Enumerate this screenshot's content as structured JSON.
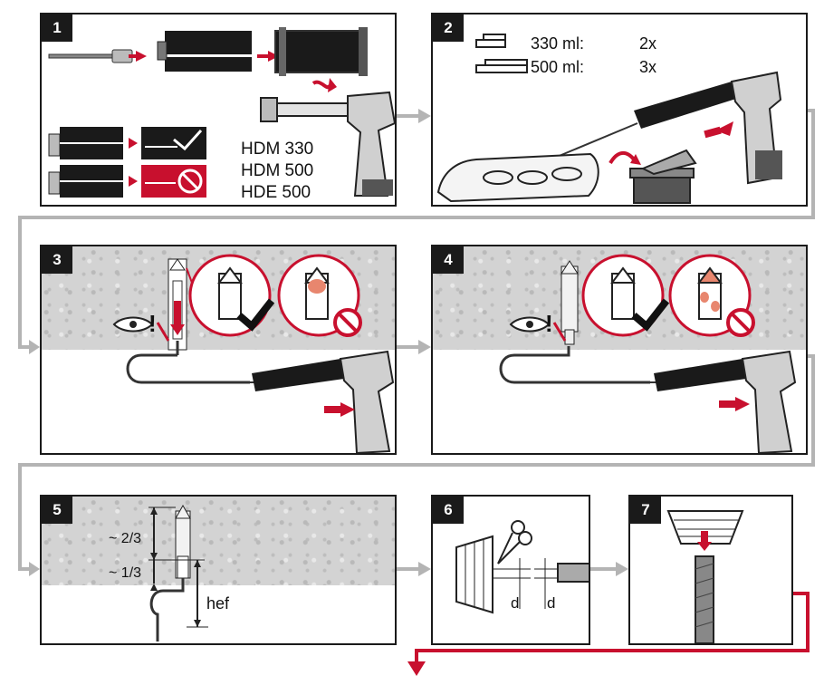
{
  "steps": {
    "s1": {
      "number": "1",
      "products": [
        "HDM 330",
        "HDM 500",
        "HDE 500"
      ]
    },
    "s2": {
      "number": "2",
      "rows": [
        {
          "volume": "330 ml:",
          "count": "2x"
        },
        {
          "volume": "500 ml:",
          "count": "3x"
        }
      ]
    },
    "s3": {
      "number": "3",
      "warning": "!"
    },
    "s4": {
      "number": "4",
      "warning": "!"
    },
    "s5": {
      "number": "5",
      "two_thirds": "~ 2/3",
      "one_third": "~ 1/3",
      "hef": "hef"
    },
    "s6": {
      "number": "6",
      "d1": "d",
      "d2": "d"
    },
    "s7": {
      "number": "7"
    }
  },
  "colors": {
    "accent": "#c8102e",
    "frame": "#1a1a1a",
    "flow": "#b4b4b4",
    "concrete": "#d3d3d3"
  }
}
